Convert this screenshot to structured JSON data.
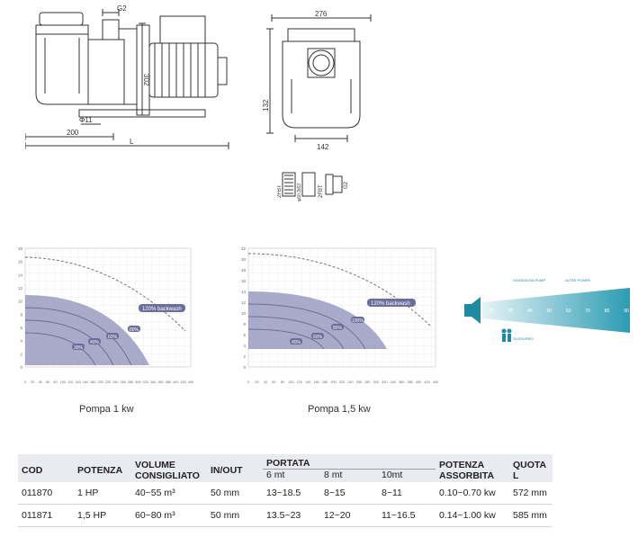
{
  "drawing": {
    "dims": {
      "g2_top": "G2",
      "d302": "302",
      "phi11": "Φ11",
      "d200": "200",
      "L": "L",
      "d276": "276",
      "d132": "132",
      "d142": "142"
    },
    "fittings": {
      "a": "2FBT",
      "b": "φ60.3/63",
      "c": "2FBT",
      "d": "G2"
    }
  },
  "charts": {
    "pompa1": {
      "caption": "Pompa 1 kw",
      "y_ticks": [
        "0",
        "2",
        "4",
        "6",
        "8",
        "10",
        "12",
        "14",
        "16",
        "18"
      ],
      "x_ticks": [
        "0",
        "20",
        "40",
        "60",
        "80",
        "100",
        "120",
        "140",
        "160",
        "180",
        "200",
        "220",
        "240",
        "260",
        "280",
        "300",
        "320",
        "340",
        "360",
        "380",
        "400",
        "420",
        "440"
      ],
      "curve_label": "120% backwash",
      "tags": [
        "80%",
        "60%",
        "40%",
        "30%"
      ]
    },
    "pompa15": {
      "caption": "Pompa 1,5 kw",
      "y_ticks": [
        "0",
        "2",
        "4",
        "6",
        "8",
        "10",
        "12",
        "14",
        "16",
        "18",
        "20",
        "22"
      ],
      "x_ticks": [
        "0",
        "20",
        "40",
        "60",
        "80",
        "100",
        "120",
        "140",
        "160",
        "180",
        "200",
        "220",
        "240",
        "260",
        "280",
        "300",
        "320",
        "340",
        "360",
        "380",
        "400",
        "420",
        "440"
      ],
      "curve_label": "120% backwash",
      "tags": [
        "100%",
        "80%",
        "60%",
        "40%"
      ]
    }
  },
  "noise_scale": {
    "labels": {
      "a": "SILENZIOSA PUMP",
      "b": "ALTRE POMPE",
      "c": "SUSSURRO"
    },
    "values": [
      "20",
      "30",
      "40",
      "50",
      "60",
      "70",
      "80",
      "90"
    ],
    "colors": {
      "start": "#e6f4f7",
      "end": "#2c9cb3",
      "icon": "#1e8aa3"
    }
  },
  "table": {
    "headers": {
      "cod": "COD",
      "potenza": "POTENZA",
      "volume": "VOLUME",
      "volume2": "CONSIGLIATO",
      "inout": "IN/OUT",
      "portata": "PORTATA",
      "p6": "6 mt",
      "p8": "8 mt",
      "p10": "10mt",
      "assorbita": "POTENZA",
      "assorbita2": "ASSORBITA",
      "quota": "QUOTA L"
    },
    "rows": [
      {
        "cod": "011870",
        "potenza": "1 HP",
        "volume": "40~55 m³",
        "inout": "50 mm",
        "p6": "13~18.5",
        "p8": "8~15",
        "p10": "8~11",
        "assorbita": "0.10~0.70 kw",
        "quota": "572 mm"
      },
      {
        "cod": "011871",
        "potenza": "1,5 HP",
        "volume": "60~80 m³",
        "inout": "50 mm",
        "p6": "13.5~23",
        "p8": "12~20",
        "p10": "11~16.5",
        "assorbita": "0.14~1.00 kw",
        "quota": "585 mm"
      }
    ]
  }
}
